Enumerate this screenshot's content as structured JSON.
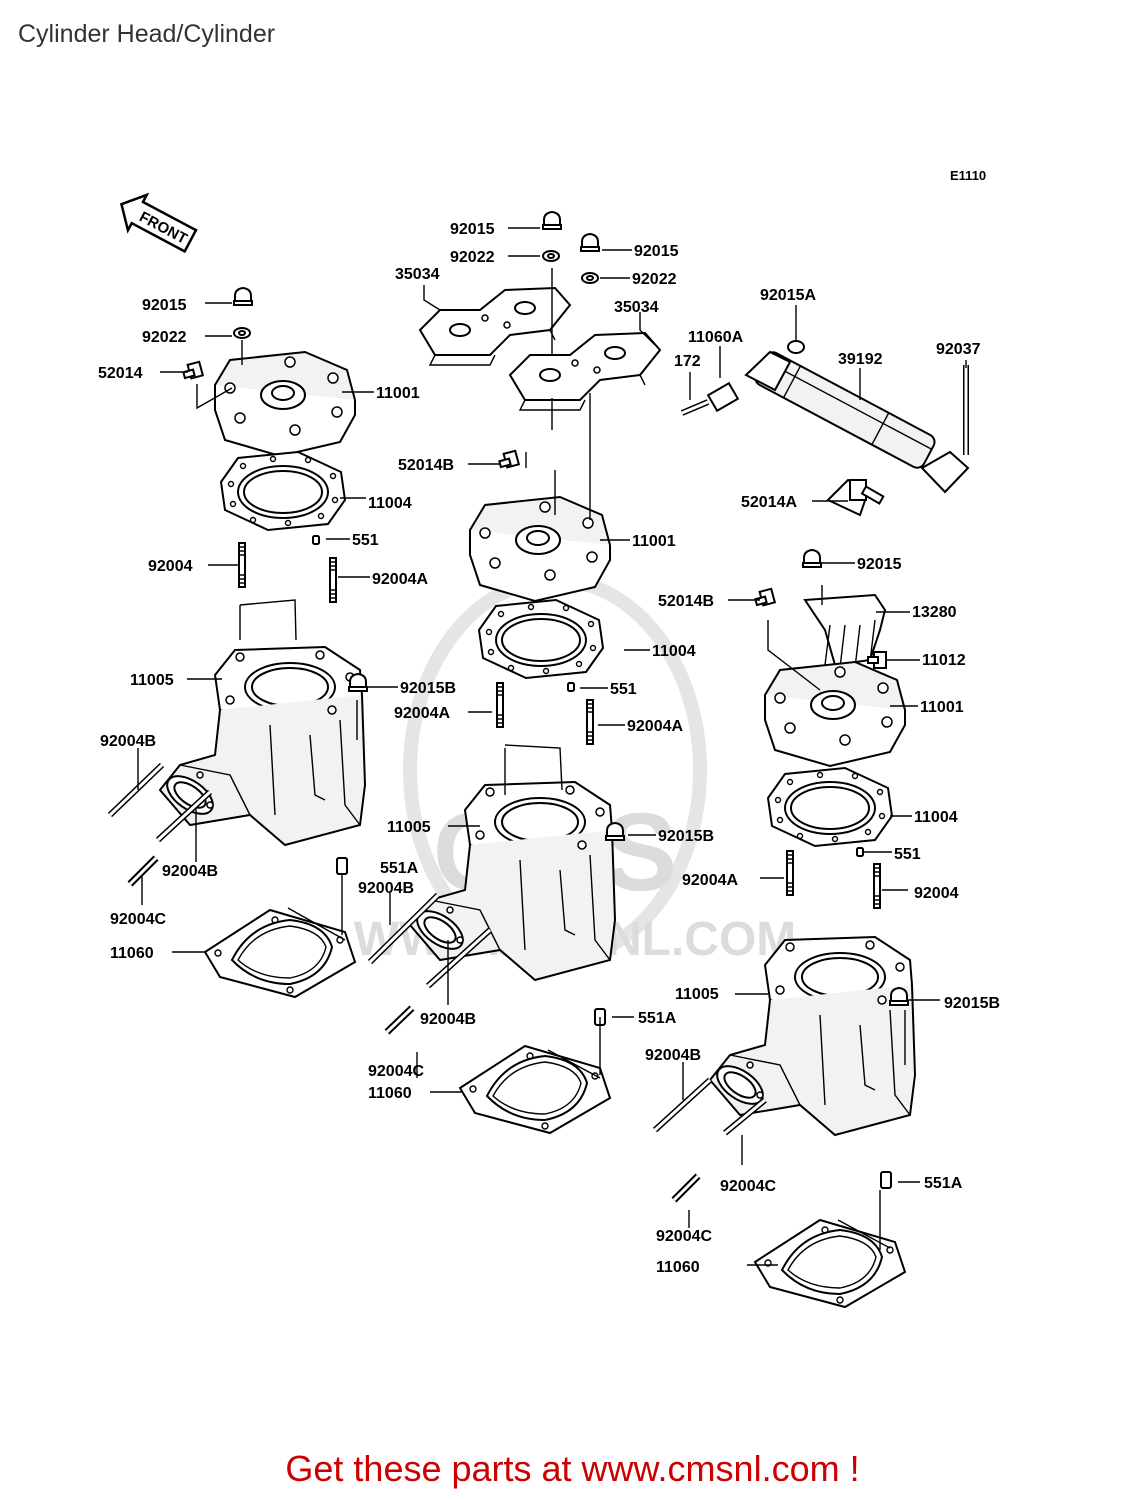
{
  "title": "Cylinder Head/Cylinder",
  "diagram_code": "E1110",
  "front_label": "FRONT",
  "footer_text": "Get these parts at www.cmsnl.com !",
  "watermark": {
    "brand": "CMS",
    "site": "WWW.CMSNL.COM"
  },
  "callouts": {
    "c92015_l": "92015",
    "c92022_l": "92022",
    "c52014_l": "52014",
    "c11001_l": "11001",
    "c11004_l": "11004",
    "c92004_l": "92004",
    "c551_l": "551",
    "c92004A_l": "92004A",
    "c11005_l": "11005",
    "c92015B_l": "92015B",
    "c92004B_l1": "92004B",
    "c92004B_l2": "92004B",
    "c92004C_l": "92004C",
    "c11060_l": "11060",
    "c92015_m1": "92015",
    "c92022_m1": "92022",
    "c35034_m1": "35034",
    "c92015_m2": "92015",
    "c92022_m2": "92022",
    "c35034_m2": "35034",
    "c52014B_m": "52014B",
    "c11001_m": "11001",
    "c11004_m": "11004",
    "c551_m": "551",
    "c92004A_m1": "92004A",
    "c92004A_m2": "92004A",
    "c11005_m": "11005",
    "c92015B_m": "92015B",
    "c551A_m1": "551A",
    "c92004B_m1": "92004B",
    "c92004B_m2": "92004B",
    "c92004C_m": "92004C",
    "c551A_m2": "551A",
    "c11060_m": "11060",
    "c11060A": "11060A",
    "c92015A": "92015A",
    "c172": "172",
    "c39192": "39192",
    "c92037": "92037",
    "c52014A": "52014A",
    "c92015_r": "92015",
    "c52014B_r": "52014B",
    "c13280": "13280",
    "c11012": "11012",
    "c11001_r": "11001",
    "c11004_r": "11004",
    "c551_r": "551",
    "c92004A_r": "92004A",
    "c92004_r": "92004",
    "c11005_r": "11005",
    "c92015B_r": "92015B",
    "c92004B_r": "92004B",
    "c92004C_r1": "92004C",
    "c92004C_r2": "92004C",
    "c551A_r": "551A",
    "c11060_r": "11060"
  }
}
